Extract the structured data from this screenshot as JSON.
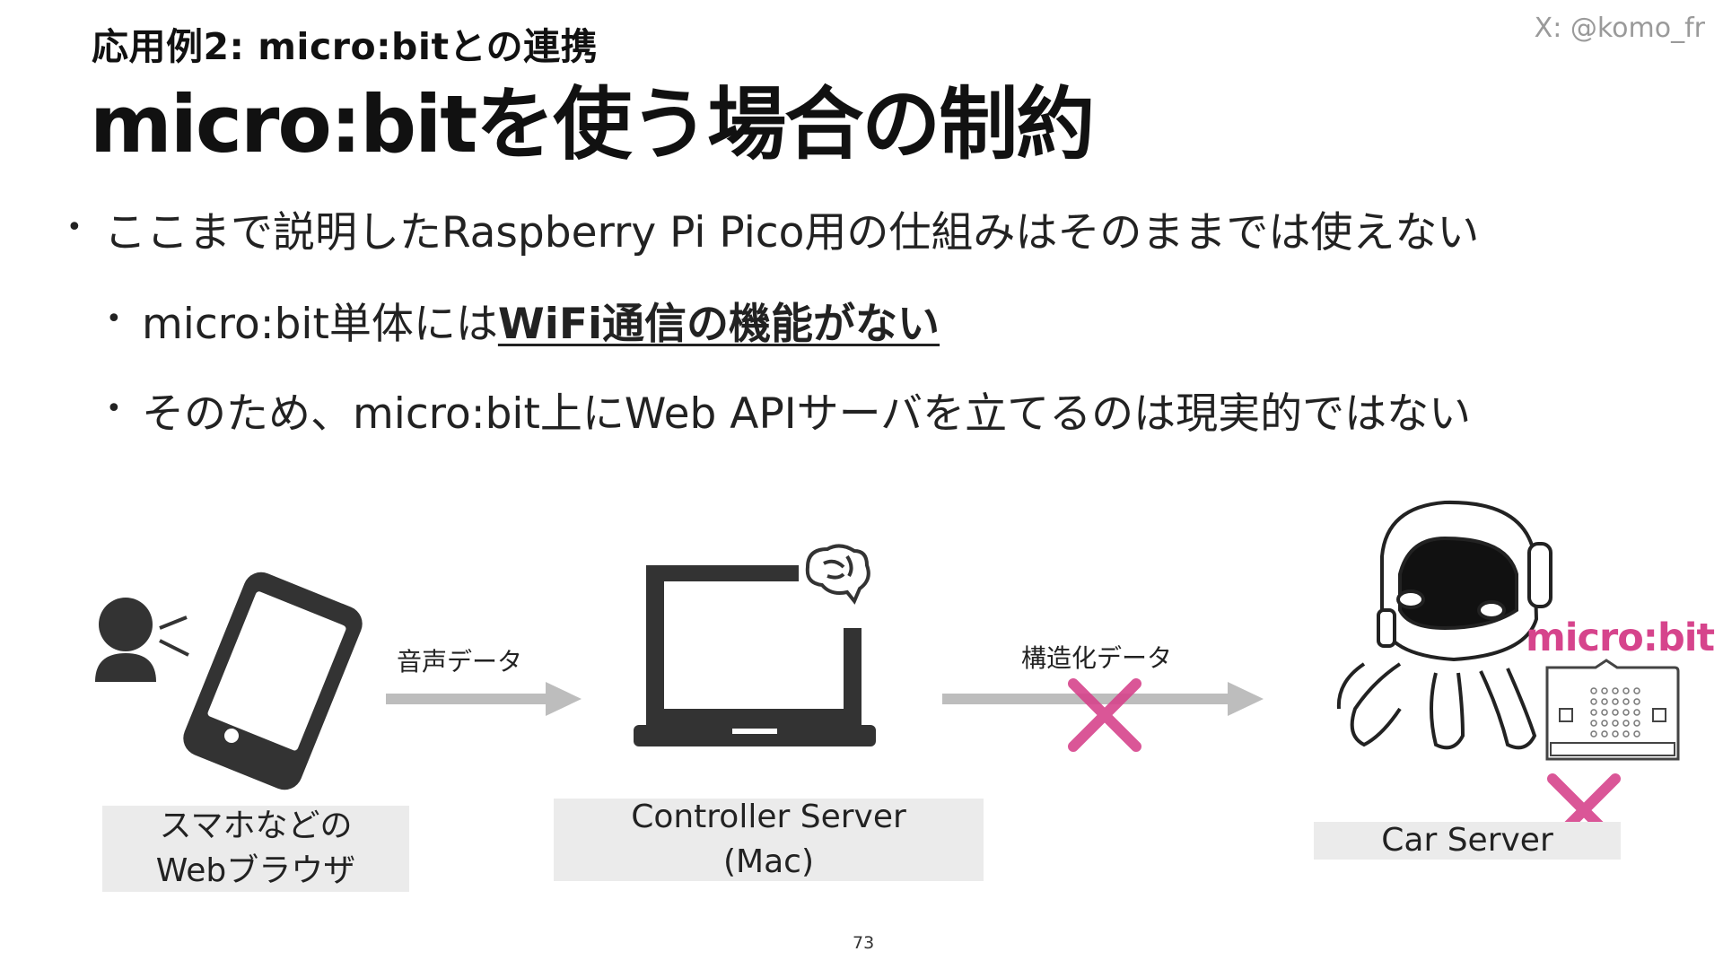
{
  "header": {
    "subtitle": "応用例2: micro:bitとの連携",
    "title": "micro:bitを使う場合の制約",
    "handle": "X: @komo_fr"
  },
  "bullets": {
    "b1": "ここまで説明したRaspberry Pi Pico用の仕組みはそのままでは使えない",
    "b2_prefix": "micro:bit単体には",
    "b2_strong": "WiFi通信の機能がない",
    "b3": "そのため、micro:bit上にWeb APIサーバを立てるのは現実的ではない"
  },
  "diagram": {
    "browser_label_line1": "スマホなどの",
    "browser_label_line2": "Webブラウザ",
    "controller_label_line1": "Controller Server",
    "controller_label_line2": "(Mac)",
    "car_label": "Car Server",
    "voice_arrow_label": "音声データ",
    "struct_arrow_label": "構造化データ",
    "microbit_word": "micro:bit",
    "colors": {
      "cross": "#d6448c",
      "arrow": "#bdbdbd",
      "device": "#333333"
    }
  },
  "footer": {
    "page_number": "73"
  }
}
